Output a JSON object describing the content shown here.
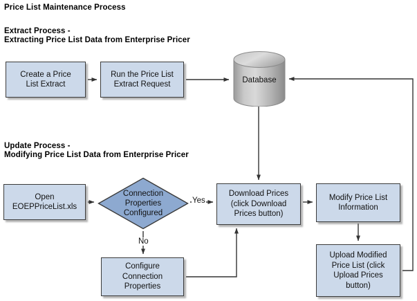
{
  "titles": {
    "main": "Price List Maintenance Process",
    "extract": "Extract Process -\nExtracting Price List Data from Enterprise Pricer",
    "update": "Update Process -\nModifying Price List Data from Enterprise Pricer"
  },
  "nodes": {
    "create_extract": "Create a Price\nList Extract",
    "run_extract": "Run the Price List\nExtract Request",
    "database": "Database",
    "open_xls": "Open\nEOEPPriceList.xls",
    "decision": "Connection\nProperties\nConfigured",
    "download_prices": "Download Prices\n(click Download\nPrices button)",
    "modify_info": "Modify Price List\nInformation",
    "upload_modified": "Upload Modified\nPrice List (click\nUpload Prices\nbutton)",
    "configure_props": "Configure\nConnection\nProperties"
  },
  "edge_labels": {
    "yes": "Yes",
    "no": "No"
  },
  "colors": {
    "process_fill": "#ccd9ea",
    "decision_fill": "#8da9d0",
    "border": "#3a3a3a",
    "database_light": "#d6d6d6",
    "database_dark": "#8f8f8f",
    "arrow": "#333333",
    "background": "#ffffff"
  },
  "chart_data": {
    "type": "flowchart",
    "title": "Price List Maintenance Process",
    "nodes": [
      {
        "id": "create_extract",
        "shape": "process",
        "label": "Create a Price List Extract",
        "section": "extract"
      },
      {
        "id": "run_extract",
        "shape": "process",
        "label": "Run the Price List Extract Request",
        "section": "extract"
      },
      {
        "id": "database",
        "shape": "database",
        "label": "Database",
        "section": "shared"
      },
      {
        "id": "open_xls",
        "shape": "process",
        "label": "Open EOEPPriceList.xls",
        "section": "update"
      },
      {
        "id": "decision",
        "shape": "decision",
        "label": "Connection Properties Configured",
        "section": "update"
      },
      {
        "id": "configure_props",
        "shape": "process",
        "label": "Configure Connection Properties",
        "section": "update"
      },
      {
        "id": "download_prices",
        "shape": "process",
        "label": "Download Prices (click Download Prices button)",
        "section": "update"
      },
      {
        "id": "modify_info",
        "shape": "process",
        "label": "Modify Price List Information",
        "section": "update"
      },
      {
        "id": "upload_modified",
        "shape": "process",
        "label": "Upload Modified Price List (click Upload Prices button)",
        "section": "update"
      }
    ],
    "edges": [
      {
        "from": "create_extract",
        "to": "run_extract",
        "label": "",
        "direction": "right"
      },
      {
        "from": "run_extract",
        "to": "database",
        "label": "",
        "direction": "right"
      },
      {
        "from": "database",
        "to": "download_prices",
        "label": "",
        "direction": "down"
      },
      {
        "from": "open_xls",
        "to": "decision",
        "label": "",
        "direction": "right"
      },
      {
        "from": "decision",
        "to": "download_prices",
        "label": "Yes",
        "direction": "right"
      },
      {
        "from": "decision",
        "to": "configure_props",
        "label": "No",
        "direction": "down"
      },
      {
        "from": "configure_props",
        "to": "download_prices",
        "label": "",
        "direction": "right-up"
      },
      {
        "from": "download_prices",
        "to": "modify_info",
        "label": "",
        "direction": "right"
      },
      {
        "from": "modify_info",
        "to": "upload_modified",
        "label": "",
        "direction": "down"
      },
      {
        "from": "upload_modified",
        "to": "database",
        "label": "",
        "direction": "right-up-left"
      }
    ]
  }
}
